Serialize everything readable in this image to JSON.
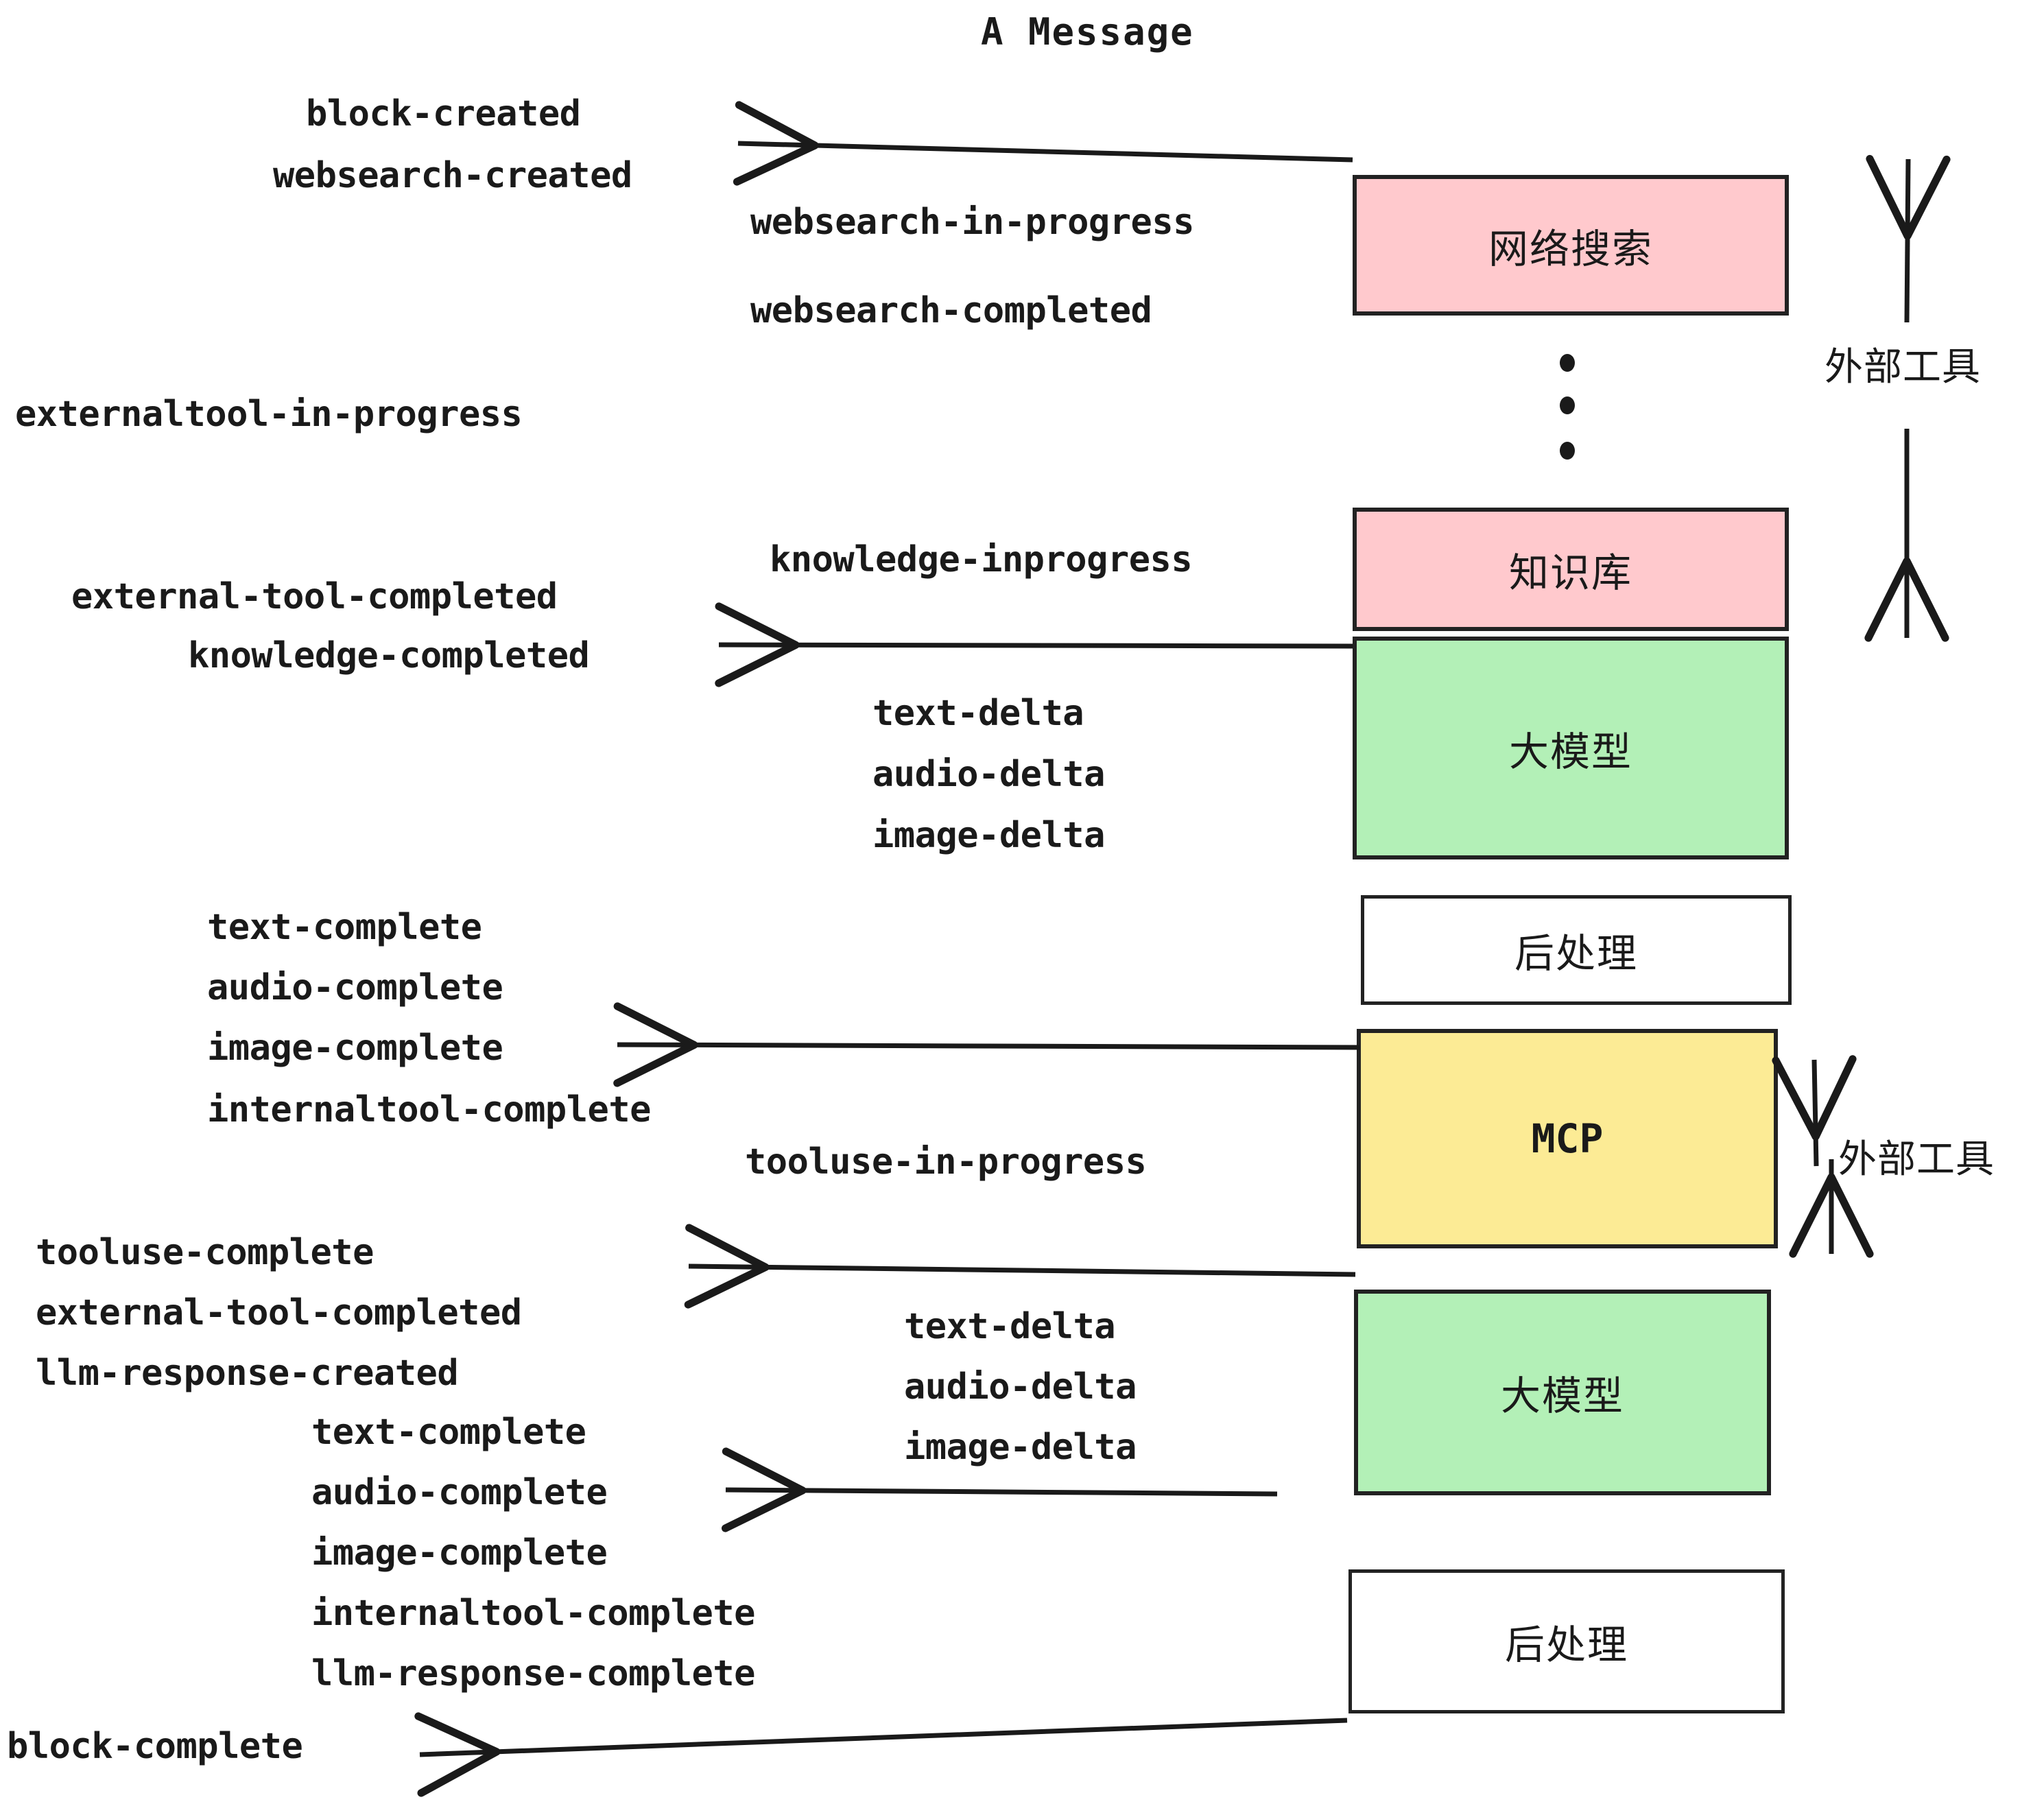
{
  "diagram": {
    "title": "A Message",
    "colors": {
      "pink": "#FFC9CD",
      "green": "#B3F0B7",
      "yellow": "#FCEB95",
      "white": "#FFFFFF",
      "stroke": "#222222",
      "text": "#1A1A1A"
    },
    "boxes": [
      {
        "id": "websearch",
        "label": "网络搜索",
        "fill": "#FFC9CD"
      },
      {
        "id": "knowledge",
        "label": "知识库",
        "fill": "#FFC9CD"
      },
      {
        "id": "llm-1",
        "label": "大模型",
        "fill": "#B3F0B7"
      },
      {
        "id": "postprocess-1",
        "label": "后处理",
        "fill": "#FFFFFF"
      },
      {
        "id": "mcp",
        "label": "MCP",
        "fill": "#FCEB95"
      },
      {
        "id": "llm-2",
        "label": "大模型",
        "fill": "#B3F0B7"
      },
      {
        "id": "postprocess-2",
        "label": "后处理",
        "fill": "#FFFFFF"
      }
    ],
    "side_labels": [
      {
        "id": "external-tools-top",
        "label": "外部工具"
      },
      {
        "id": "external-tools-bottom",
        "label": "外部工具"
      }
    ],
    "events": [
      {
        "id": "block-created",
        "text": "block-created"
      },
      {
        "id": "websearch-created",
        "text": "websearch-created"
      },
      {
        "id": "websearch-in-progress",
        "text": "websearch-in-progress"
      },
      {
        "id": "websearch-completed",
        "text": "websearch-completed"
      },
      {
        "id": "externaltool-in-progress",
        "text": "externaltool-in-progress"
      },
      {
        "id": "knowledge-inprogress",
        "text": "knowledge-inprogress"
      },
      {
        "id": "external-tool-completed-1",
        "text": "external-tool-completed"
      },
      {
        "id": "knowledge-completed",
        "text": "knowledge-completed"
      },
      {
        "id": "text-delta-1",
        "text": "text-delta"
      },
      {
        "id": "audio-delta-1",
        "text": "audio-delta"
      },
      {
        "id": "image-delta-1",
        "text": "image-delta"
      },
      {
        "id": "text-complete-1",
        "text": "text-complete"
      },
      {
        "id": "audio-complete-1",
        "text": "audio-complete"
      },
      {
        "id": "image-complete-1",
        "text": "image-complete"
      },
      {
        "id": "internaltool-complete-1",
        "text": "internaltool-complete"
      },
      {
        "id": "tooluse-in-progress",
        "text": "tooluse-in-progress"
      },
      {
        "id": "tooluse-complete",
        "text": "tooluse-complete"
      },
      {
        "id": "external-tool-completed-2",
        "text": "external-tool-completed"
      },
      {
        "id": "llm-response-created",
        "text": "llm-response-created"
      },
      {
        "id": "text-delta-2",
        "text": "text-delta"
      },
      {
        "id": "audio-delta-2",
        "text": "audio-delta"
      },
      {
        "id": "image-delta-2",
        "text": "image-delta"
      },
      {
        "id": "text-complete-2",
        "text": "text-complete"
      },
      {
        "id": "audio-complete-2",
        "text": "audio-complete"
      },
      {
        "id": "image-complete-2",
        "text": "image-complete"
      },
      {
        "id": "internaltool-complete-2",
        "text": "internaltool-complete"
      },
      {
        "id": "llm-response-complete",
        "text": "llm-response-complete"
      },
      {
        "id": "block-complete",
        "text": "block-complete"
      }
    ]
  }
}
